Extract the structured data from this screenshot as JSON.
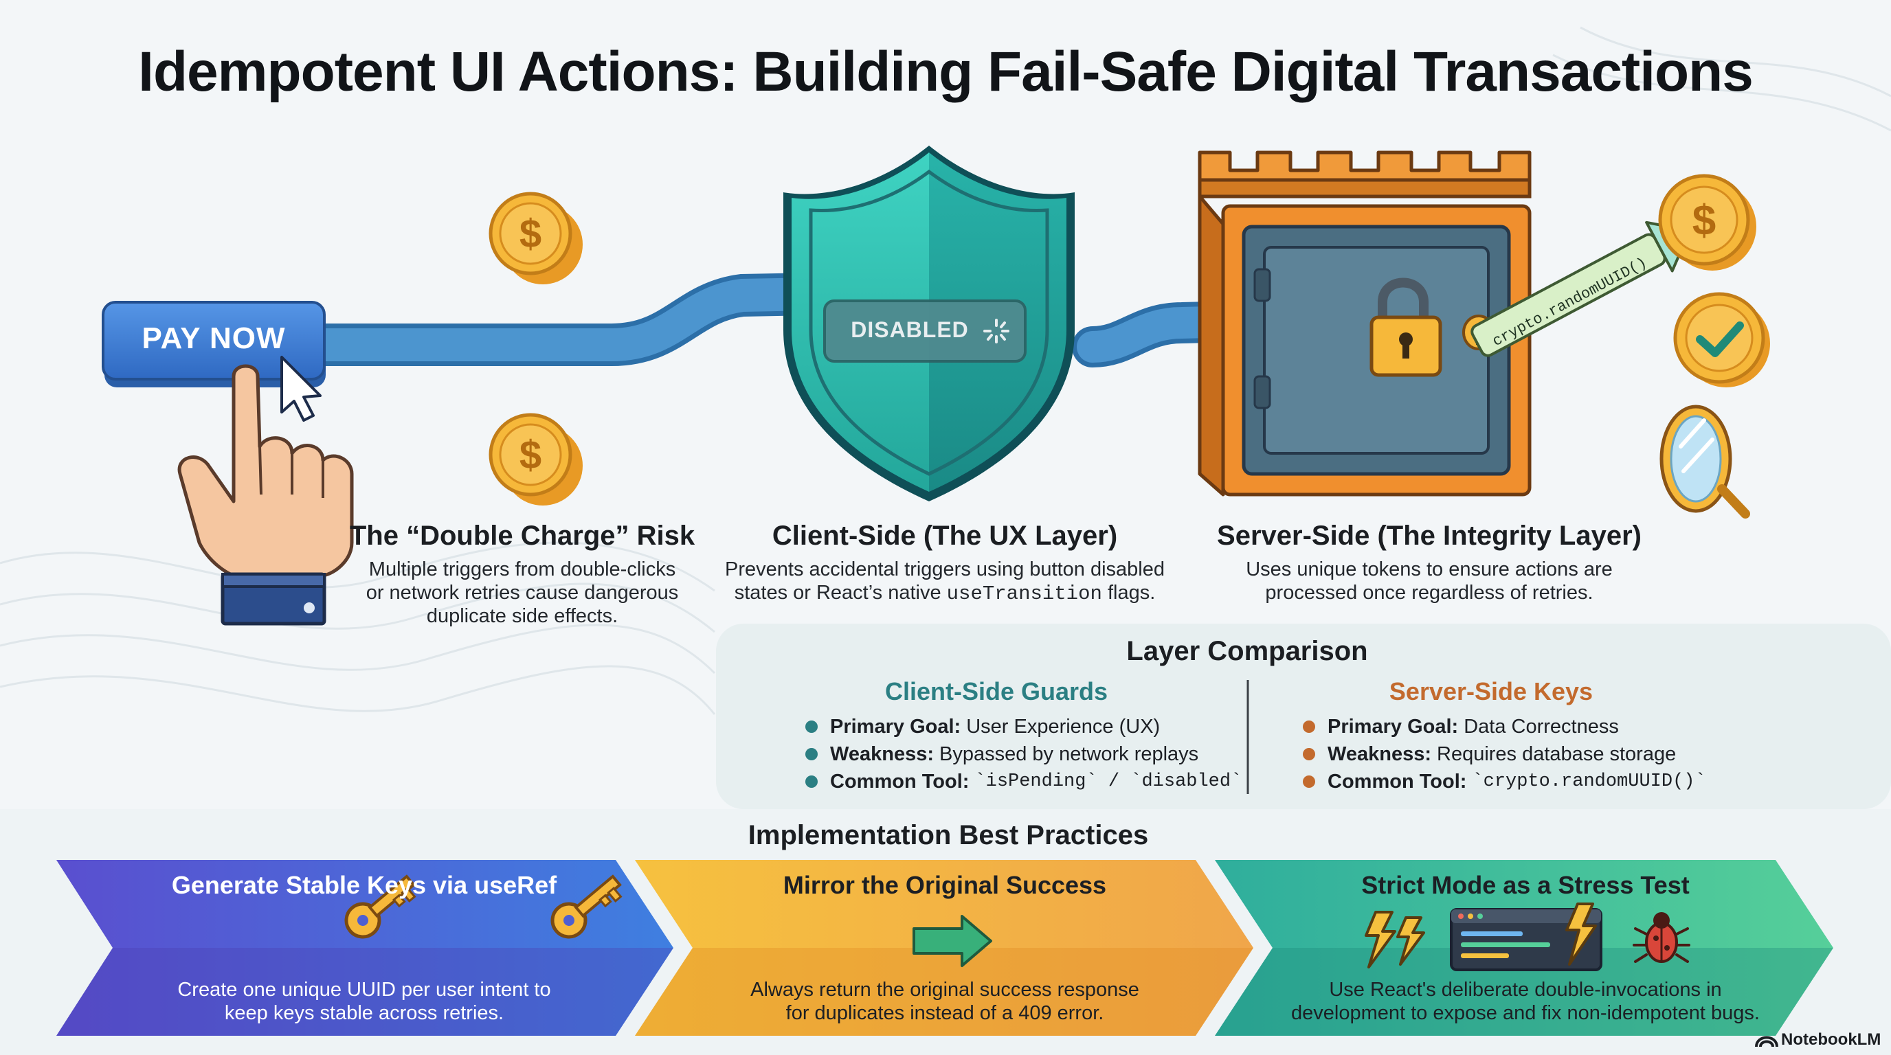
{
  "title": "Idempotent UI Actions: Building Fail-Safe Digital Transactions",
  "hero": {
    "pay_button_label": "PAY NOW",
    "disabled_label": "DISABLED",
    "key_token_label": "crypto.randomUUID()"
  },
  "columns": [
    {
      "title": "The “Double Charge” Risk",
      "desc_lines": [
        "Multiple triggers from double-clicks",
        "or network retries cause dangerous",
        "duplicate side effects."
      ]
    },
    {
      "title": "Client-Side (The UX Layer)",
      "desc_line1": "Prevents accidental triggers using button disabled",
      "desc_line2_prefix": "states or React’s native ",
      "desc_line2_code": "useTransition",
      "desc_line2_suffix": " flags."
    },
    {
      "title": "Server-Side (The Integrity Layer)",
      "desc_lines": [
        "Uses unique tokens to ensure actions are",
        "processed once regardless of retries."
      ]
    }
  ],
  "comparison": {
    "title": "Layer Comparison",
    "client": {
      "heading": "Client-Side Guards",
      "items": [
        {
          "label": "Primary Goal:",
          "value": "User Experience (UX)"
        },
        {
          "label": "Weakness:",
          "value": "Bypassed by network replays"
        },
        {
          "label": "Common Tool:",
          "value": "`isPending` / `disabled`"
        }
      ]
    },
    "server": {
      "heading": "Server-Side Keys",
      "items": [
        {
          "label": "Primary Goal:",
          "value": "Data Correctness"
        },
        {
          "label": "Weakness:",
          "value": "Requires database storage"
        },
        {
          "label": "Common Tool:",
          "value": "`crypto.randomUUID()`"
        }
      ]
    }
  },
  "best_practices": {
    "title": "Implementation Best Practices",
    "cards": [
      {
        "title": "Generate Stable Keys via useRef",
        "desc_lines": [
          "Create one unique UUID per user intent to",
          "keep keys stable across retries."
        ]
      },
      {
        "title": "Mirror the Original Success",
        "desc_lines": [
          "Always return the original success response",
          "for duplicates instead of a 409 error."
        ]
      },
      {
        "title": "Strict Mode as a Stress Test",
        "desc_lines": [
          "Use React's deliberate double-invocations in",
          "development to expose and fix non-idempotent bugs."
        ]
      }
    ]
  },
  "brand": "NotebookLM",
  "colors": {
    "pay_button": "#3f7fd6",
    "shield": "#2fbfae",
    "vault": "#e8852a",
    "coin": "#f3b233",
    "client_accent": "#2b7f83",
    "server_accent": "#c36a2d",
    "card1": "#4d5fd0",
    "card2": "#f2b33b",
    "card3": "#2fb39a"
  },
  "icons": [
    "coin-icon",
    "hand-pointer-icon",
    "cursor-icon",
    "shield-icon",
    "spinner-icon",
    "vault-icon",
    "padlock-icon",
    "keyhole-icon",
    "check-icon",
    "mirror-icon",
    "key-icon",
    "arrow-right-icon",
    "lightning-icon",
    "code-window-icon",
    "bug-icon",
    "notebooklm-icon"
  ]
}
